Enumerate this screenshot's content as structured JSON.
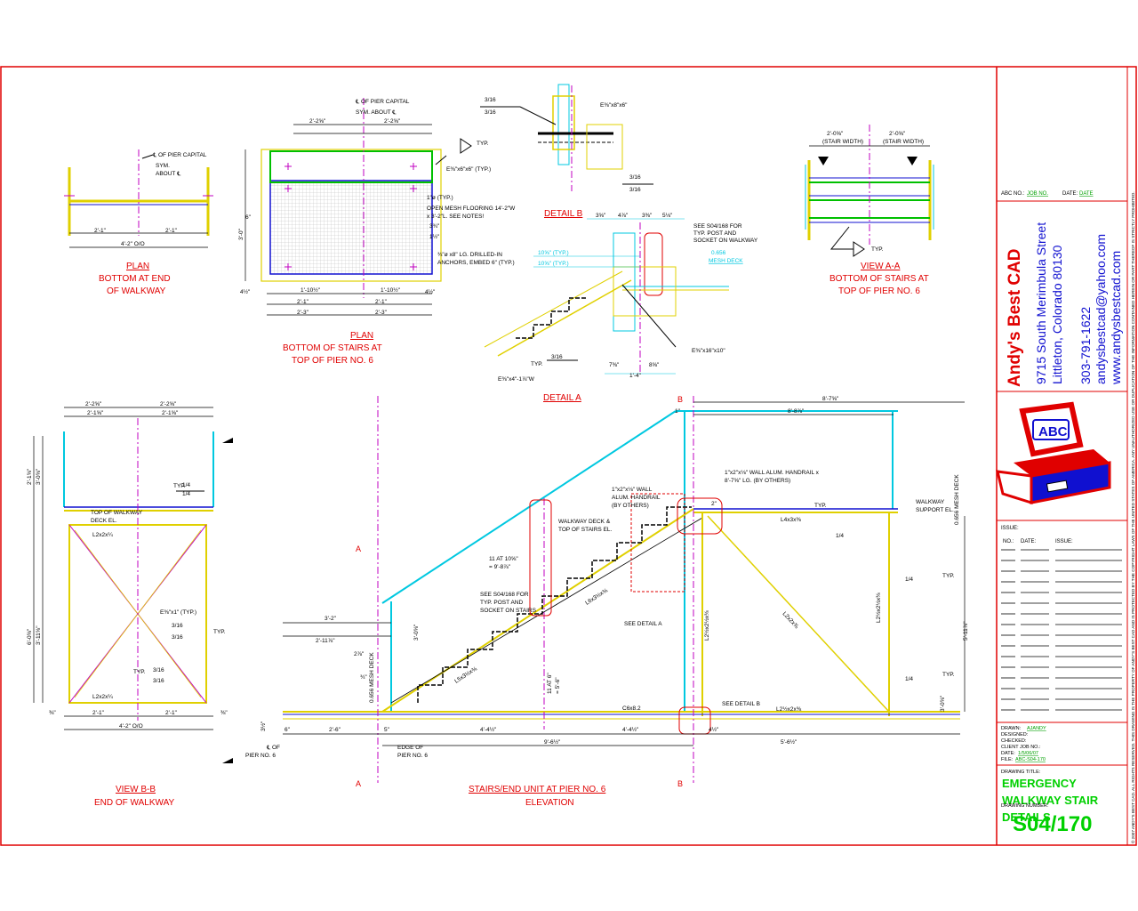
{
  "title_block": {
    "abc_no_label": "ABC NO.:",
    "abc_no_value": "JOB NO.",
    "date_label": "DATE:",
    "date_value": "DATE",
    "company_name": "Andy's Best CAD",
    "address_line1": "9715 South Merimbula Street",
    "address_line2": "Littleton, Colorado 80130",
    "phone": "303-791-1622",
    "email": "andysbestcad@yahoo.com",
    "website": "www.andysbestcad.com",
    "logo_text": "ABC",
    "issue_header": "ISSUE:",
    "issue_cols": {
      "no": "NO.:",
      "date": "DATE:",
      "issue": "ISSUE:"
    },
    "drawn_label": "DRAWN:",
    "drawn_value": "AJANDY",
    "designed_label": "DESIGNED:",
    "checked_label": "CHECKED:",
    "client_job_label": "CLIENT JOB NO.:",
    "date2_label": "DATE:",
    "date2_value": "1/5/06/07",
    "file_label": "FILE:",
    "file_value": "ABC-S04-170",
    "drawing_title_label": "DRAWING TITLE:",
    "drawing_title": [
      "EMERGENCY",
      "WALKWAY STAIR",
      "DETAILS"
    ],
    "drawing_number_label": "DRAWING NUMBER:",
    "drawing_number": "S04/170",
    "copyright": "© 2007 ANDY'S BEST CAD. ALL RIGHTS RESERVED. THIS DRAWING IS THE PROPERTY OF ANDY'S BEST CAD AND IS PROTECTED BY THE COPYRIGHT LAWS OF THE UNITED STATES OF AMERICA. ANY UNAUTHORIZED USE OR DUPLICATION OF THE INFORMATION CONTAINED HEREIN OR PART THEREOF IS STRICTLY PROHIBITED."
  },
  "views": {
    "plan_end": {
      "title": "PLAN",
      "sub1": "BOTTOM AT END",
      "sub2": "OF WALKWAY",
      "note_pier": "℄ OF PIER CAPITAL",
      "note_sym": "SYM.",
      "note_about": "ABOUT ℄",
      "dim_left": "2'-1\"",
      "dim_right": "2'-1\"",
      "dim_total": "4'-2\" O/O"
    },
    "plan_stairs": {
      "title": "PLAN",
      "sub1": "BOTTOM OF STAIRS AT",
      "sub2": "TOP OF PIER NO. 6",
      "note_pier": "℄ OF PIER CAPITAL",
      "note_sym": "SYM. ABOUT ℄",
      "note_plate": "E⅜\"x6\"x6\" (TYP.)",
      "note_typ": "TYP.",
      "note_dia": "1\"ø (TYP.)",
      "note_mesh1": "OPEN MESH FLOORING 14'-2\"W",
      "note_mesh2": "x 3'-2\"L. SEE NOTES!",
      "note_anchor1": "¾\"ø x8\" LG. DRILLED-IN",
      "note_anchor2": "ANCHORS, EMBED 6\" (TYP.)",
      "dim_top_left": "2'-2⅝\"",
      "dim_top_right": "2'-2⅝\"",
      "dim_mid_left": "1'-10½\"",
      "dim_mid_right": "1'-10½\"",
      "dim_low_left": "2'-1\"",
      "dim_low_right": "2'-1\"",
      "dim_bot_left": "2'-3\"",
      "dim_bot_right": "2'-3\"",
      "dim_vert": "3'-0\"",
      "dim_side_a": "4½\"",
      "dim_side_b": "4½\"",
      "dim_6": "6\"",
      "dim_3_4": "3¾\"",
      "dim_1_5": "1½\""
    },
    "detail_b": {
      "title": "DETAIL B",
      "weld_a": "3/16",
      "weld_b": "3/16",
      "weld_c": "3/16",
      "weld_d": "3/16",
      "plate": "E⅜\"x8\"x6\""
    },
    "detail_a": {
      "title": "DETAIL A",
      "note_see1": "SEE S04/168 FOR",
      "note_see2": "TYP. POST AND",
      "note_see3": "SOCKET ON WALKWAY",
      "mesh1": "0.656",
      "mesh2": "MESH DECK",
      "dim_a": "10⅝\" (TYP.)",
      "dim_b": "10⅝\" (TYP.)",
      "dim_c": "3⅝\"",
      "dim_d": "4⅞\"",
      "dim_e": "3⅜\"",
      "dim_f": "5⅛\"",
      "dim_g": "7⅜\"",
      "dim_h": "8⅝\"",
      "dim_i": "1'-4\"",
      "plate1": "E⅜\"x16\"x10\"",
      "plate2": "E⅜\"x4\"-1⅞\"W",
      "weld": "3/16",
      "typ": "TYP."
    },
    "view_aa": {
      "title": "VIEW A-A",
      "sub1": "BOTTOM OF STAIRS AT",
      "sub2": "TOP OF PIER NO. 6",
      "dim_left": "2'-0⅝\"",
      "dim_right": "2'-0⅝\"",
      "dim_left_sub": "(STAIR WIDTH)",
      "dim_right_sub": "(STAIR WIDTH)",
      "typ": "TYP."
    },
    "view_bb": {
      "title": "VIEW B-B",
      "sub1": "END OF WALKWAY",
      "dim_top1_l": "2'-2⅝\"",
      "dim_top1_r": "2'-2⅝\"",
      "dim_top2_l": "2'-1⅝\"",
      "dim_top2_r": "2'-1⅝\"",
      "dim_v1": "2'-1⅝\"",
      "dim_v2": "3'-0⅝\"",
      "dim_v3": "6'-0⅝\"",
      "dim_v4": "3'-11⅝\"",
      "note_top": "TOP OF WALKWAY",
      "note_deck": "DECK EL.",
      "angle1": "L2x2x¼",
      "angle2": "L2x2x¼",
      "plate": "E⅜\"x1\" (TYP.)",
      "weld1": "1/4",
      "weld2": "1/4",
      "weld3": "3/16",
      "weld4": "3/16",
      "weld5": "3/16",
      "weld6": "3/16",
      "typ1": "TYP.",
      "typ2": "TYP.",
      "typ3": "TYP.",
      "dim_b_l": "2'-1\"",
      "dim_b_r": "2'-1\"",
      "dim_b_tot": "4'-2\" O/O",
      "dim_side_l": "⅜\"",
      "dim_side_r": "⅜\""
    },
    "elevation": {
      "title": "STAIRS/END UNIT AT PIER NO. 6",
      "sub1": "ELEVATION",
      "label_a": "A",
      "label_b": "B",
      "note_handrail1": "1\"x2\"x⅛\" WALL ALUM. HANDRAIL x",
      "note_handrail2": "8'-7⅝\" LG. (BY OTHERS)",
      "note_wall1": "1\"x2\"x⅛\" WALL",
      "note_wall2": "ALUM. HANDRAIL",
      "note_wall3": "(BY OTHERS)",
      "note_walkway1": "WALKWAY DECK &",
      "note_walkway2": "TOP OF STAIRS EL.",
      "note_support1": "WALKWAY",
      "note_support2": "SUPPORT EL.",
      "note_steps1": "11 AT 10⅝\"",
      "note_steps2": "= 9'-8⅞\"",
      "note_rise1": "11 AT 6\"",
      "note_rise2": "= 5'-6\"",
      "note_see1": "SEE S04/168 FOR",
      "note_see2": "TYP. POST AND",
      "note_see3": "SOCKET ON STAIRS",
      "note_detail_a": "SEE DETAIL A",
      "note_detail_b": "SEE DETAIL B",
      "note_mesh": "0.656 MESH DECK",
      "note_mesh2": "0.656 MESH DECK",
      "channel": "C6x8.2",
      "angle_l4": "L4x3x⅜",
      "angle_stringer": "L6x3½x⅜",
      "angle_stringer2": "L5x3½x⅜",
      "angle_brace": "L2x2x⅜",
      "angle_post": "L2½x2½x⅜",
      "angle_post2": "L2½x2½x⅜",
      "angle_bottom": "L2½x2x⅜",
      "dim_top1": "8'-7⅝\"",
      "dim_top2": "8'-8⅞\"",
      "dim_1": "1\"",
      "dim_2": "2\"",
      "dim_3_2": "3'-2\"",
      "dim_2_11": "2'-11⅞\"",
      "dim_2_3": "2⅞\"",
      "dim_3_4": "¾\"",
      "dim_3_0": "3'-0⅝\"",
      "dim_3_0b": "3'-0⅝\"",
      "dim_5_11": "5'-11⅞\"",
      "dim_6": "6\"",
      "dim_2_6": "2'-6\"",
      "dim_5": "5\"",
      "dim_4_4a": "4'-4½\"",
      "dim_4_4b": "4'-4½\"",
      "dim_9_6": "9'-6½\"",
      "dim_4_5": "4½\"",
      "dim_5_6": "5'-6½\"",
      "dim_3_8": "3½\"",
      "weld1": "1/4",
      "weld2": "1/4",
      "weld3": "1/4",
      "typ1": "TYP.",
      "typ2": "TYP.",
      "typ3": "TYP.",
      "note_pier1": "℄ OF",
      "note_pier2": "PIER NO. 6",
      "note_edge1": "EDGE OF",
      "note_edge2": "PIER NO. 6"
    }
  }
}
